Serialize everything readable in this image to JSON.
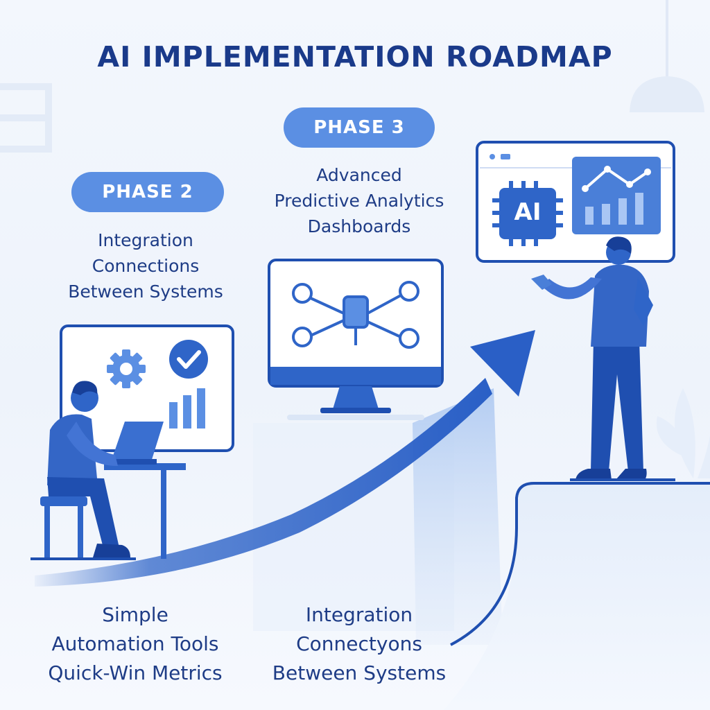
{
  "title": "AI IMPLEMENTATION ROADMAP",
  "phase2": {
    "label": "PHASE 2",
    "lines": [
      "Integration",
      "Connections",
      "Between Systems"
    ]
  },
  "phase3": {
    "label": "PHASE 3",
    "lines": [
      "Advanced",
      "Predictive Analytics",
      "Dashboards"
    ]
  },
  "bottom_left": {
    "lines": [
      "Simple",
      "Automation Tools",
      "Quick-Win Metrics"
    ]
  },
  "bottom_center": {
    "lines": [
      "Integration",
      "Connectyons",
      "Between Systems"
    ]
  },
  "ai_chip_text": "AI",
  "icons": [
    "gear-icon",
    "checkmark-icon",
    "bar-chart-icon",
    "network-node-icon",
    "ai-chip-icon",
    "line-chart-icon"
  ],
  "colors": {
    "primary": "#2f65c8",
    "dark_blue": "#1a3a8a",
    "accent": "#5b8fe3",
    "light_fill": "#e6eefb"
  }
}
